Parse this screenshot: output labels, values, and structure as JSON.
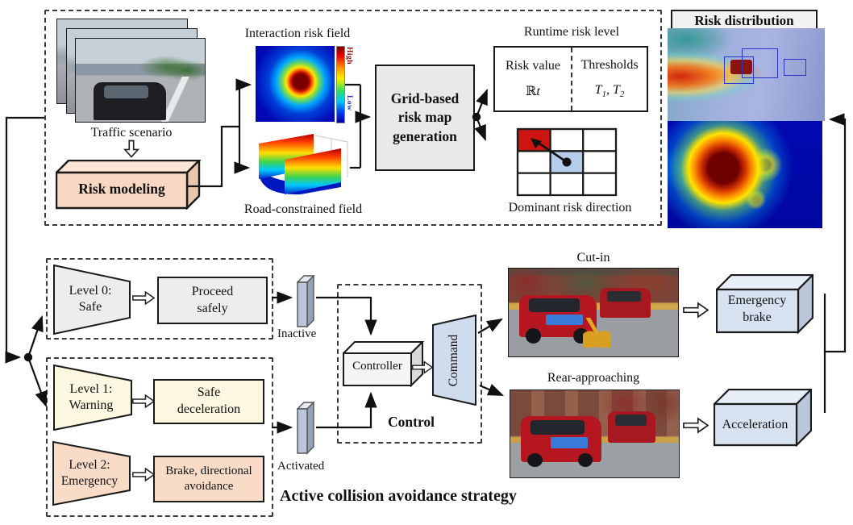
{
  "pipeline": {
    "traffic_scenario_label": "Traffic scenario",
    "risk_modeling_label": "Risk modeling",
    "interaction_field_title": "Interaction risk field",
    "road_field_title": "Road-constrained field",
    "colorbar": {
      "high": "High",
      "low": "Low"
    },
    "grid_based_label": "Grid-based\nrisk map\ngeneration",
    "runtime_risk_title": "Runtime risk level",
    "risk_table": {
      "header_left": "Risk value",
      "header_right": "Thresholds",
      "value_left_set": "ℝ",
      "value_left_var": "t",
      "t1_base": "T",
      "t1_sub": "1",
      "sep": ", ",
      "t2_base": "T",
      "t2_sub": "2"
    },
    "dominant_direction_label": "Dominant risk direction"
  },
  "risk_distribution": {
    "title": "Risk distribution"
  },
  "strategy": {
    "title": "Active collision avoidance strategy",
    "levels": [
      {
        "name": "Level 0:\nSafe",
        "action": "Proceed\nsafely"
      },
      {
        "name": "Level 1:\nWarning",
        "action": "Safe\ndeceleration"
      },
      {
        "name": "Level 2:\nEmergency",
        "action": "Brake, directional\navoidance"
      }
    ],
    "inactive_label": "Inactive",
    "activated_label": "Activated",
    "control": {
      "box_label": "Control",
      "controller_label": "Controller",
      "command_label": "Command"
    }
  },
  "scenarios": {
    "cut_in": {
      "label": "Cut-in",
      "action": "Emergency\nbrake"
    },
    "rear": {
      "label": "Rear-approaching",
      "action": "Acceleration"
    }
  },
  "colors": {
    "peach": "#f8d8c2",
    "cream": "#fbf7e0",
    "gray_box": "#ededed",
    "light_blue_box": "#d7e2f0",
    "command_blue": "#cfdcee",
    "slab_blue": "#b9c6d9",
    "grid_red": "#cc1410",
    "grid_cell_blue": "#b5cdeb",
    "heat_blue": "#0008ac"
  }
}
